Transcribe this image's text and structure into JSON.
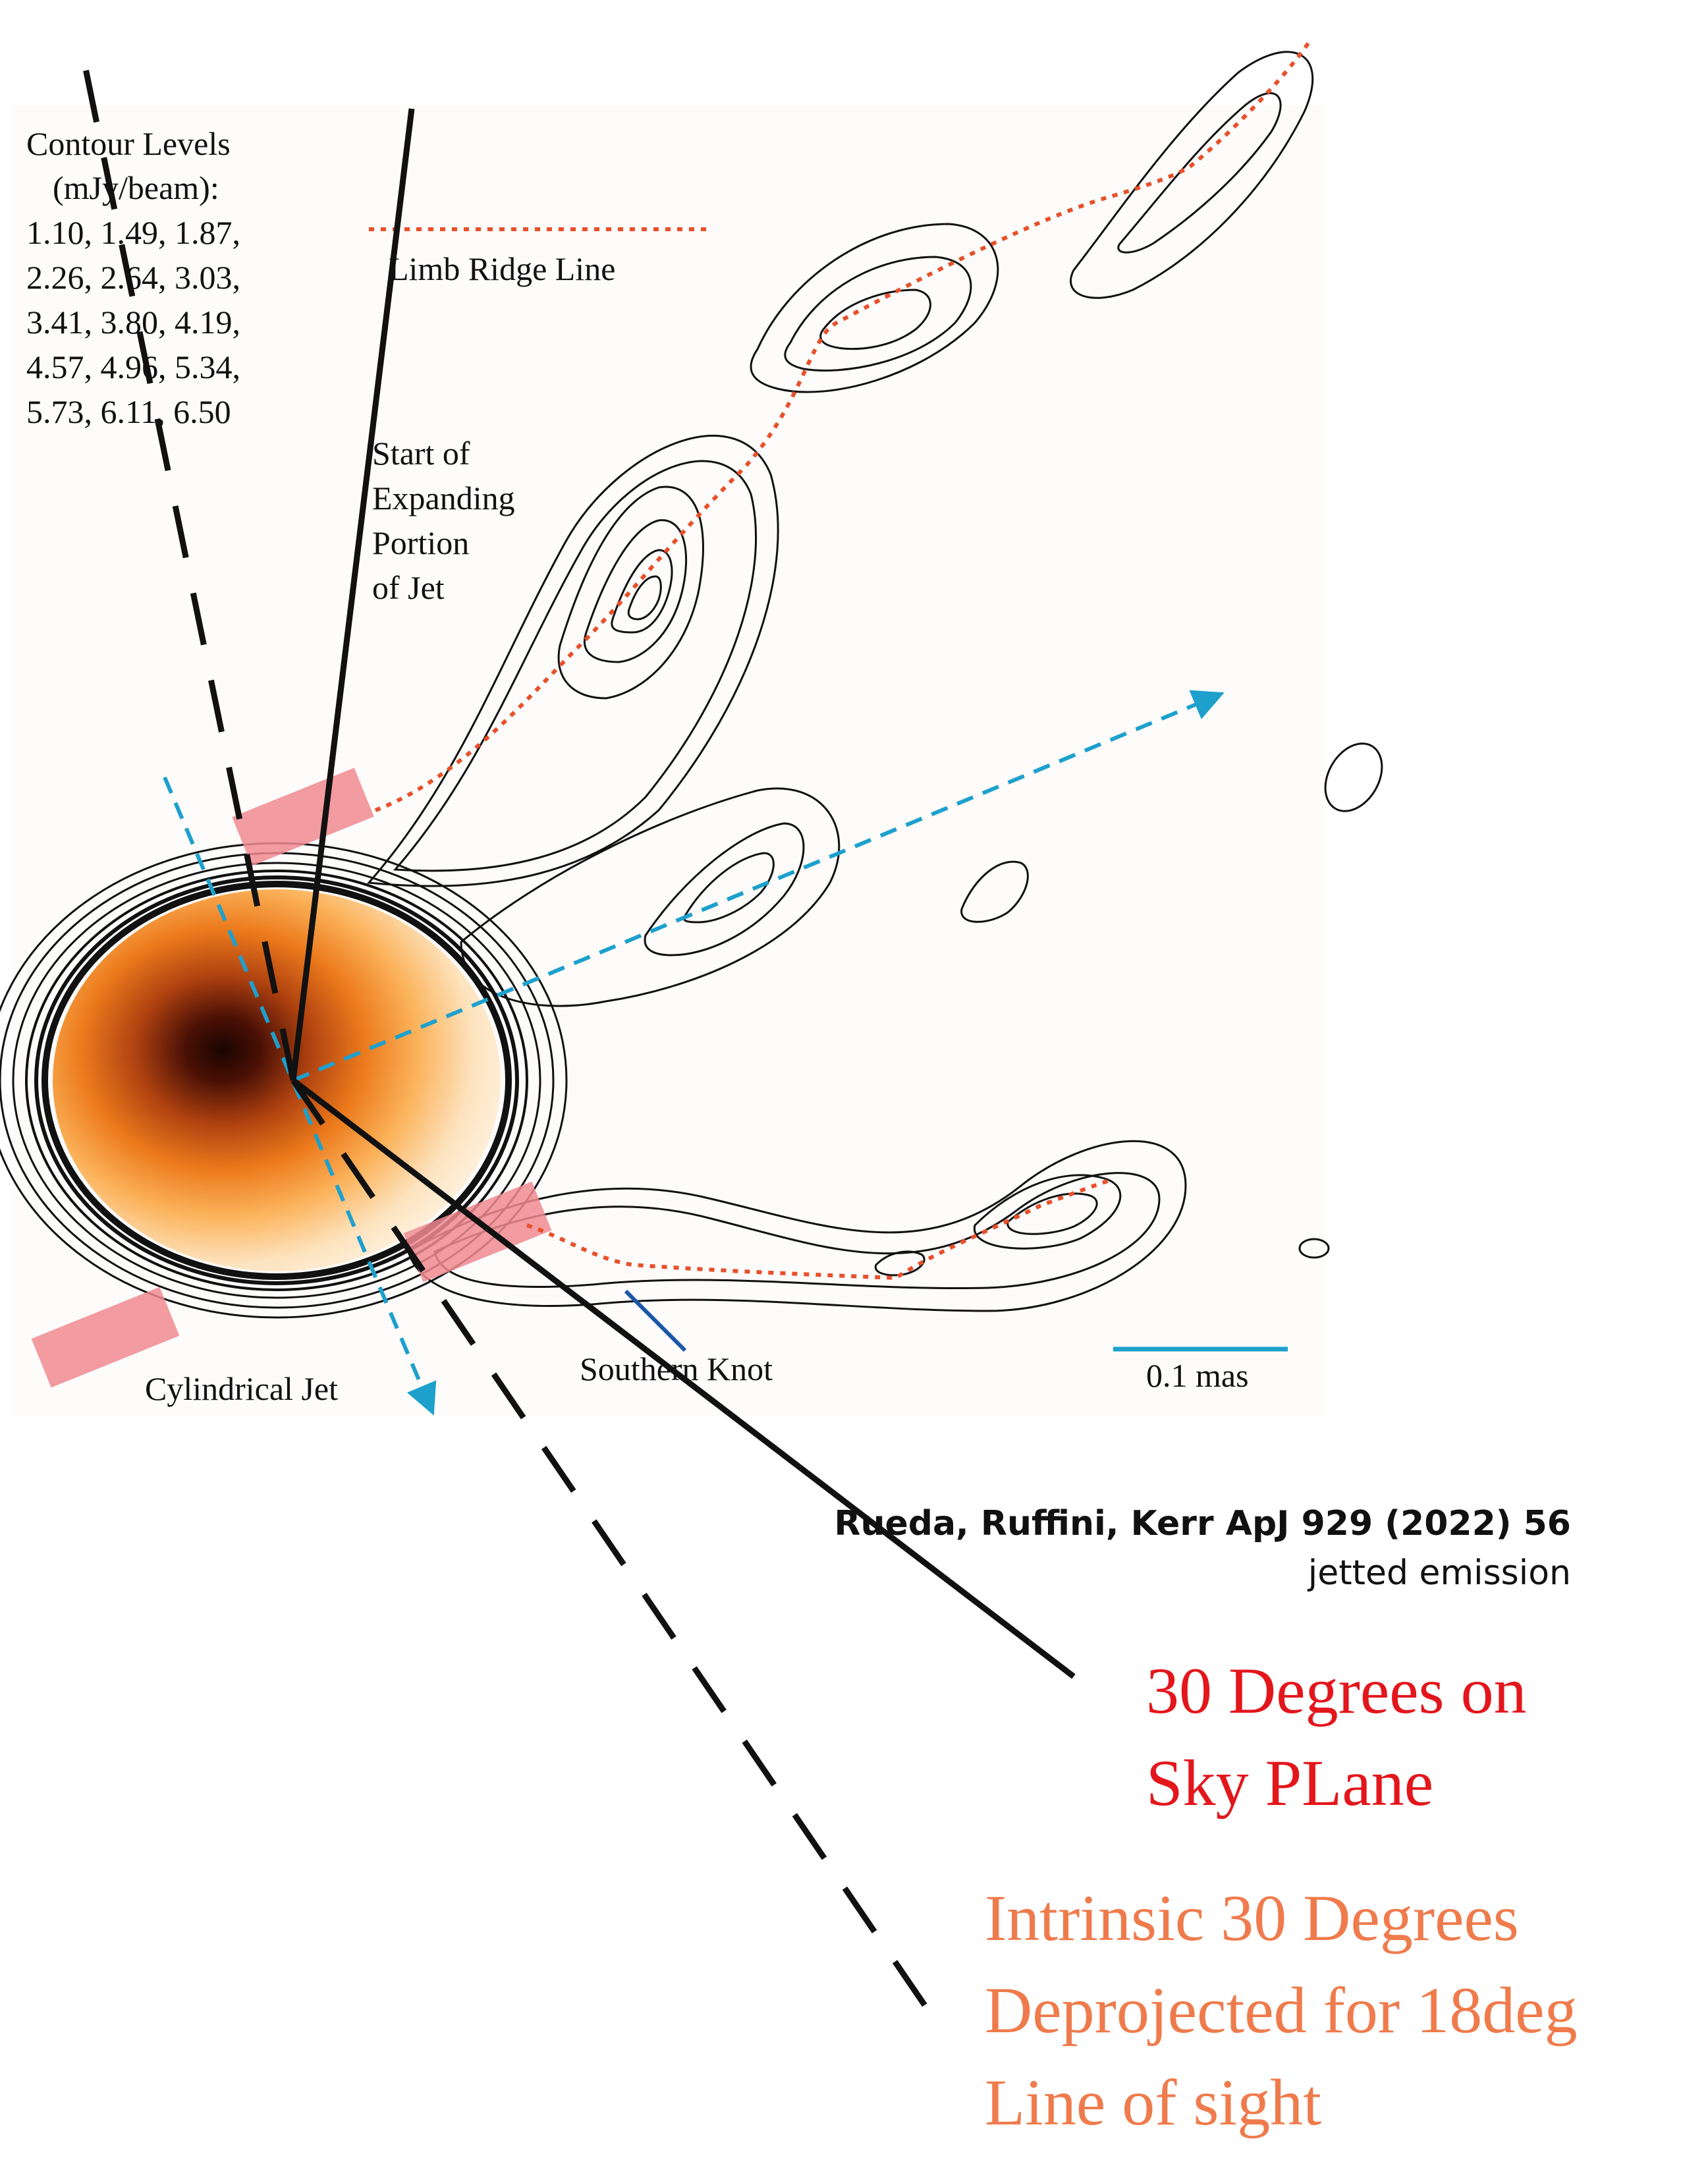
{
  "legend": {
    "contour_title_1": "Contour Levels",
    "contour_title_2": "(mJy/beam):",
    "contour_rows": [
      "1.10, 1.49, 1.87,",
      "2.26, 2.64, 3.03,",
      "3.41, 3.80, 4.19,",
      "4.57, 4.96, 5.34,",
      "5.73, 6.11, 6.50"
    ]
  },
  "labels": {
    "limb_ridge": "Limb Ridge Line",
    "expanding": [
      "Start of",
      "Expanding",
      "Portion",
      "of Jet"
    ],
    "cylindrical_jet": "Cylindrical Jet",
    "southern_knot": "Southern Knot",
    "scale_bar": "0.1 mas"
  },
  "citation": {
    "line1": "Rueda, Ruffini, Kerr ApJ 929 (2022) 56",
    "line2": "jetted emission"
  },
  "annotations": {
    "sky_plane": [
      "30 Degrees on",
      "Sky PLane"
    ],
    "intrinsic": [
      "Intrinsic 30 Degrees",
      "Deprojected for 18deg",
      "Line of sight"
    ]
  },
  "colors": {
    "ridge_line": "#e8502a",
    "axis_lines": "#1ea0cc",
    "highlight_boxes": "#f08a90",
    "sky_plane_text": "#e3161c",
    "intrinsic_text": "#ef7b4c",
    "contour": "#111111",
    "scale_bar": "#1ea0cc"
  }
}
